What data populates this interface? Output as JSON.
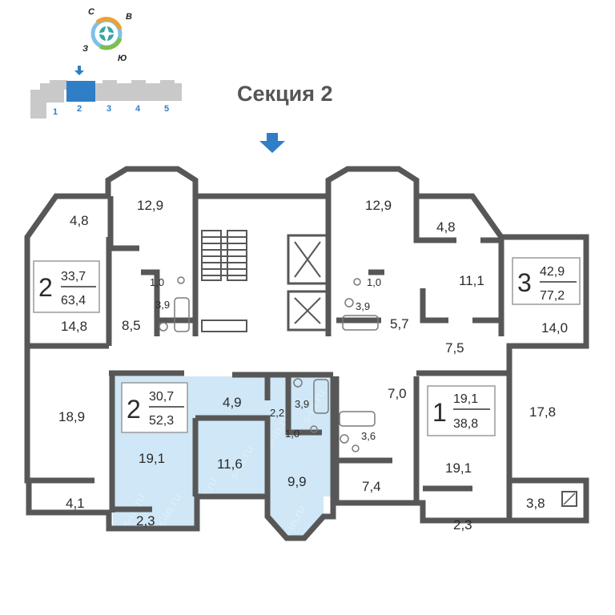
{
  "title": "Секция 2",
  "compass": {
    "n": "С",
    "e": "В",
    "s": "Ю",
    "w": "З"
  },
  "sections": [
    "1",
    "2",
    "3",
    "4",
    "5"
  ],
  "selected_section": "2",
  "apartments": [
    {
      "rooms": "2",
      "living": "33,7",
      "total": "63,4"
    },
    {
      "rooms": "3",
      "living": "42,9",
      "total": "77,2"
    },
    {
      "rooms": "2",
      "living": "30,7",
      "total": "52,3"
    },
    {
      "rooms": "1",
      "living": "19,1",
      "total": "38,8"
    }
  ],
  "room_areas": {
    "a": "4,8",
    "b": "12,9",
    "c": "12,9",
    "d": "4,8",
    "e": "11,1",
    "f": "1,0",
    "g": "1,0",
    "h": "3,9",
    "i": "3,9",
    "j": "8,5",
    "k": "5,7",
    "l": "14,8",
    "m": "14,0",
    "n": "7,5",
    "o": "18,9",
    "p": "4,9",
    "q": "7,0",
    "r": "3,9",
    "s": "2,2",
    "t": "1,0",
    "u": "3,6",
    "v": "17,8",
    "w": "19,1",
    "x": "11,6",
    "y": "9,9",
    "z": "7,4",
    "aa": "19,1",
    "ab": "4,1",
    "ac": "3,8",
    "ad": "2,3",
    "ae": "2,3"
  },
  "watermark": "s-in.ru",
  "colors": {
    "wall": "#575757",
    "highlight": "#cfe7f6",
    "accent": "#2f7ec6",
    "frame": "#9a9a9a"
  }
}
